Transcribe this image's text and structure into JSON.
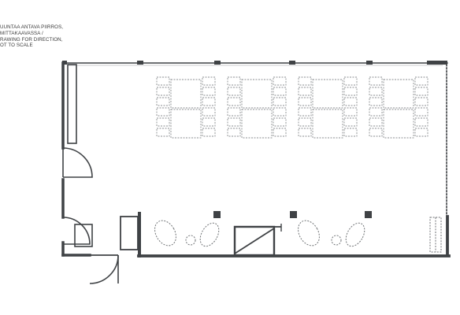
{
  "note": {
    "lines": [
      "UUNTAA ANTAVA PIIRROS,",
      "MITTAKAAVASSA /",
      "RAWING FOR DIRECTION,",
      "OT TO SCALE"
    ]
  },
  "colors": {
    "wall": "#3f4245",
    "furniture": "#8a8d90",
    "background": "#ffffff"
  },
  "floorplan": {
    "table_groups": 4,
    "chairs_per_group": 12,
    "plants": 6,
    "columns": 3,
    "door_swings": 3
  }
}
